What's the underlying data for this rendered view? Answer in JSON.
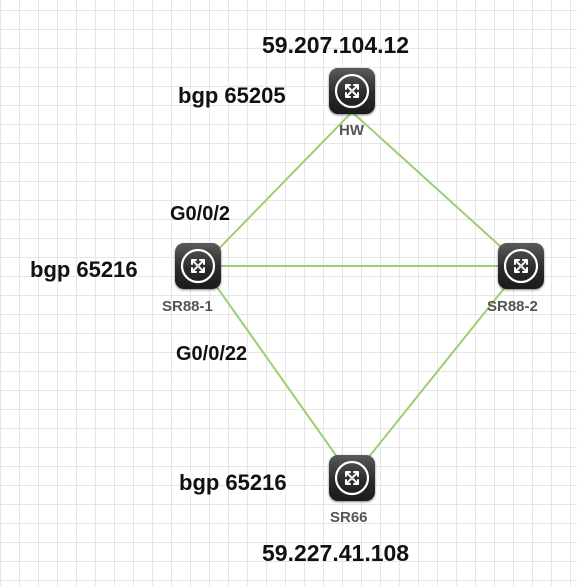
{
  "colors": {
    "link": "#9ccf6f",
    "grid": "#e6e6e6",
    "router_body": "#2b2b2b",
    "router_icon": "#ffffff"
  },
  "devices": [
    {
      "id": "hw",
      "name": "HW",
      "asn": "bgp 65205",
      "ip": "59.207.104.12",
      "icon": "router-icon"
    },
    {
      "id": "sr88-1",
      "name": "SR88-1",
      "asn": "bgp 65216",
      "icon": "router-icon"
    },
    {
      "id": "sr88-2",
      "name": "SR88-2",
      "icon": "router-icon"
    },
    {
      "id": "sr66",
      "name": "SR66",
      "asn": "bgp 65216",
      "ip": "59.227.41.108",
      "icon": "router-icon"
    }
  ],
  "links": [
    {
      "from": "hw",
      "to": "sr88-1",
      "port": "G0/0/2"
    },
    {
      "from": "hw",
      "to": "sr88-2"
    },
    {
      "from": "sr88-1",
      "to": "sr88-2"
    },
    {
      "from": "sr88-1",
      "to": "sr66",
      "port": "G0/0/22"
    },
    {
      "from": "sr88-2",
      "to": "sr66"
    }
  ]
}
